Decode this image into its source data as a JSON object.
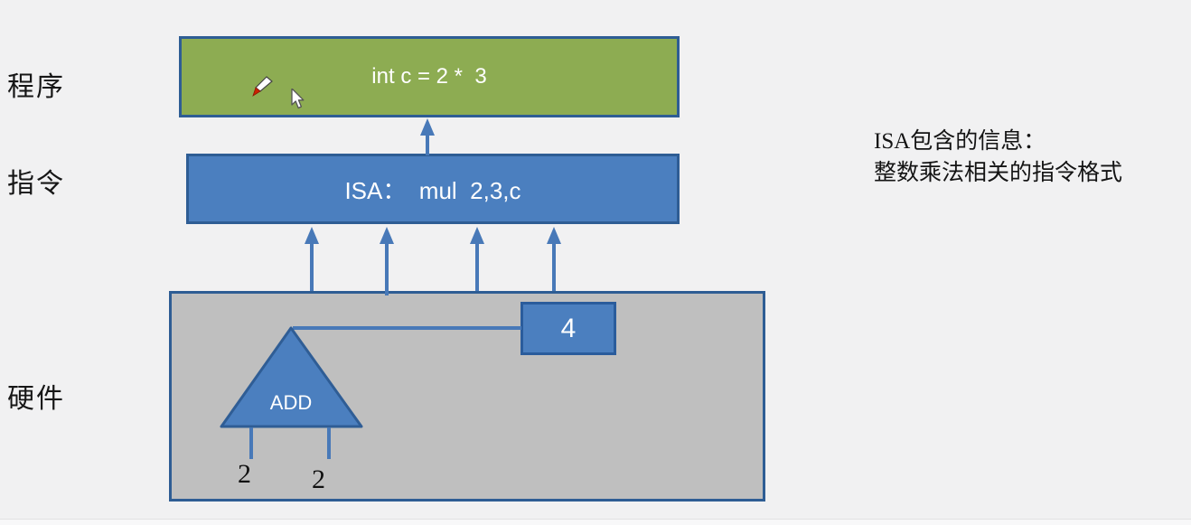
{
  "slide": {
    "background_color": "#f1f1f2",
    "layer_labels": [
      {
        "id": "program",
        "text": "程序"
      },
      {
        "id": "instruction",
        "text": "指令"
      },
      {
        "id": "hardware",
        "text": "硬件"
      }
    ],
    "program_box": {
      "text": "int c = 2 *  3",
      "fill": "#8dac52",
      "border": "#2e5d94",
      "text_color": "#ffffff"
    },
    "isa_box": {
      "text": "ISA：  mul  2,3,c",
      "fill": "#4b7fbf",
      "border": "#2e5d94",
      "text_color": "#ffffff"
    },
    "hardware_box": {
      "fill": "#bfbfbf",
      "border": "#2e5d94"
    },
    "adder": {
      "label": "ADD",
      "fill": "#4b7fbf",
      "border": "#2f5d95",
      "text_color": "#ffffff"
    },
    "result_box": {
      "text": "4",
      "fill": "#4b7fbf",
      "border": "#2a5c9c",
      "text_color": "#ffffff"
    },
    "adder_inputs": [
      {
        "text": "2"
      },
      {
        "text": "2"
      }
    ],
    "side_note": {
      "line1": "ISA包含的信息：",
      "line2": "整数乘法相关的指令格式"
    },
    "arrow_color": "#4879b8",
    "icons": [
      {
        "name": "pen-cursor"
      },
      {
        "name": "arrow-cursor"
      }
    ]
  }
}
